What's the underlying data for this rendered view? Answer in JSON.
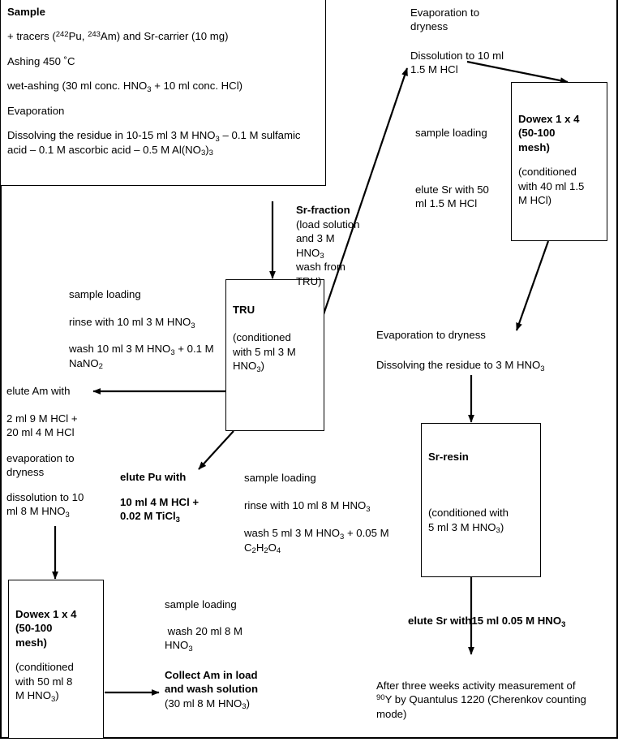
{
  "diagram": {
    "title": "Radiochemical separation procedure flowchart",
    "line_color": "#000000",
    "background": "#ffffff"
  },
  "boxes": {
    "sample": {
      "heading": "Sample",
      "lines": [
        "+ tracers (242Pu, 243Am) and Sr-carrier (10 mg)",
        "Ashing 450 °C",
        "wet-ashing (30 ml conc. HNO3 + 10 ml conc. HCl)",
        "Evaporation",
        "Dissolving the residue in 10-15 ml 3 M HNO3 – 0.1 M sulfamic acid – 0.1 M ascorbic acid – 0.5 M Al(NO3)3"
      ]
    },
    "dowex_top": {
      "heading_line1": "Dowex 1 x 4",
      "heading_line2": "(50-100",
      "heading_line3": "mesh)",
      "body_line1": "(conditioned",
      "body_line2": "with 40 ml 1.5",
      "body_line3": "M HCl)"
    },
    "tru": {
      "heading": "TRU",
      "body_line1": "(conditioned",
      "body_line2": "with 5 ml 3 M",
      "body_line3": "HNO3)"
    },
    "sr_resin": {
      "heading": "Sr-resin",
      "body_line1": "(conditioned with",
      "body_line2": "5 ml 3 M HNO3)"
    },
    "dowex_bottom": {
      "heading_line1": "Dowex 1 x 4",
      "heading_line2": "(50-100",
      "heading_line3": "mesh)",
      "body_line1": "(conditioned",
      "body_line2": "with 50 ml 8",
      "body_line3": "M HNO3)"
    }
  },
  "labels": {
    "evaporation_dryness_top": "Evaporation to\ndryness",
    "dissolution_10ml": "Dissolution to 10 ml\n1.5 M HCl",
    "sample_loading_dowex_top": "sample loading",
    "elute_sr_50ml": "elute Sr with 50\nml 1.5 M HCl",
    "sr_fraction_heading": "Sr-fraction",
    "sr_fraction_body": "(load solution\nand 3 M HNO3\nwash from\nTRU)",
    "tru_sample_loading": "sample loading",
    "tru_rinse": "rinse with 10 ml 3 M HNO3",
    "tru_wash": "wash 10 ml 3 M HNO3 + 0.1 M NaNO2",
    "elute_am_with": "elute Am with",
    "elute_am_reagent": "2 ml 9 M HCl +\n20 ml 4 M HCl",
    "evaporation_to_dryness_left": "evaporation to\ndryness",
    "dissolution_8m": "dissolution to 10\nml 8 M HNO3",
    "elute_pu_with": "elute Pu with",
    "elute_pu_reagent": "10 ml 4 M HCl +\n0.02 M TiCl3",
    "evaporation_dryness_right": "Evaporation to dryness",
    "dissolving_residue_3m": "Dissolving the residue to 3 M HNO3",
    "srresin_sample_loading": "sample loading",
    "srresin_rinse": "rinse with 10 ml 8 M HNO3",
    "srresin_wash": "wash 5 ml 3 M HNO3 + 0.05 M C2H2O4",
    "elute_sr_15ml": "elute Sr with15 ml 0.05 M HNO3",
    "final_measurement": "After three weeks activity measurement of 90Y by Quantulus 1220 (Cherenkov counting mode)",
    "dowex_bot_sample_loading": "sample loading",
    "dowex_bot_wash": " wash 20 ml 8 M HNO3",
    "collect_am_bold": "Collect Am in load and wash solution",
    "collect_am_rest": " (30 ml 8 M HNO3)"
  }
}
